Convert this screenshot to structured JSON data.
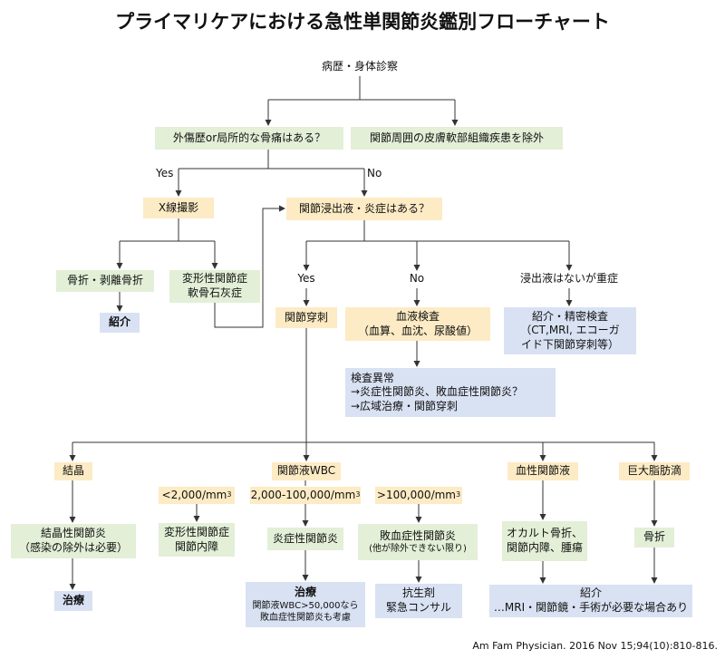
{
  "title": "プライマリケアにおける急性単関節炎鑑別フローチャート",
  "nodes": {
    "start": "病歴・身体診察",
    "trauma_q": "外傷歴or局所的な骨痛はある？",
    "exclude": "関節周囲の皮膚軟部組織疾患を除外",
    "xray": "X線撮影",
    "effusion_q": "関節浸出液・炎症はある？",
    "fracture": "骨折・剥離骨折",
    "oa_1": "変形性関節症",
    "oa_2": "軟骨石灰症",
    "refer_1": "紹介",
    "yes_2": "Yes",
    "no_2": "No",
    "severe": "浸出液はないが重症",
    "aspiration": "関節穿刺",
    "blood_1": "血液検査",
    "blood_2": "（血算、血沈、尿酸値）",
    "refer_detail_1": "紹介・精密検査",
    "refer_detail_2": "（CT,MRI, エコーガ",
    "refer_detail_3": "イド下関節穿刺等）",
    "abn_1": "検査異常",
    "abn_2": "→炎症性関節炎、敗血症性関節炎？",
    "abn_3": "→広域治療・関節穿刺",
    "crystal": "結晶",
    "wbc": "関節液WBC",
    "hemo": "血性関節液",
    "fat": "巨大脂肪滴",
    "wbc_lo": "<2,000/mm",
    "wbc_mid": "2,000-100,000/mm",
    "wbc_hi": ">100,000/mm",
    "cube": "3",
    "crystal_dx_1": "結晶性関節炎",
    "crystal_dx_2": "（感染の除外は必要）",
    "oa_int_1": "変形性関節症",
    "oa_int_2": "関節内障",
    "inflam": "炎症性関節炎",
    "septic_1": "敗血症性関節炎",
    "septic_2": "(他が除外できない限り)",
    "occult_1": "オカルト骨折、",
    "occult_2": "関節内障、腫瘍",
    "fat_fx": "骨折",
    "tx_crystal": "治療",
    "tx_inflam_1": "治療",
    "tx_inflam_2": "関節液WBC>50,000なら",
    "tx_inflam_3": "敗血症性関節炎も考慮",
    "antibiotic_1": "抗生剤",
    "antibiotic_2": "緊急コンサル",
    "refer_final_1": "紹介",
    "refer_final_2": "…MRI・関節鏡・手術が必要な場合あり"
  },
  "labels": {
    "yes": "Yes",
    "no": "No"
  },
  "citation": "Am Fam Physician. 2016 Nov 15;94(10):810-816.",
  "colors": {
    "green": "#e3efd7",
    "yellow": "#fcebc4",
    "blue": "#d9e2f3",
    "line": "#333333"
  }
}
